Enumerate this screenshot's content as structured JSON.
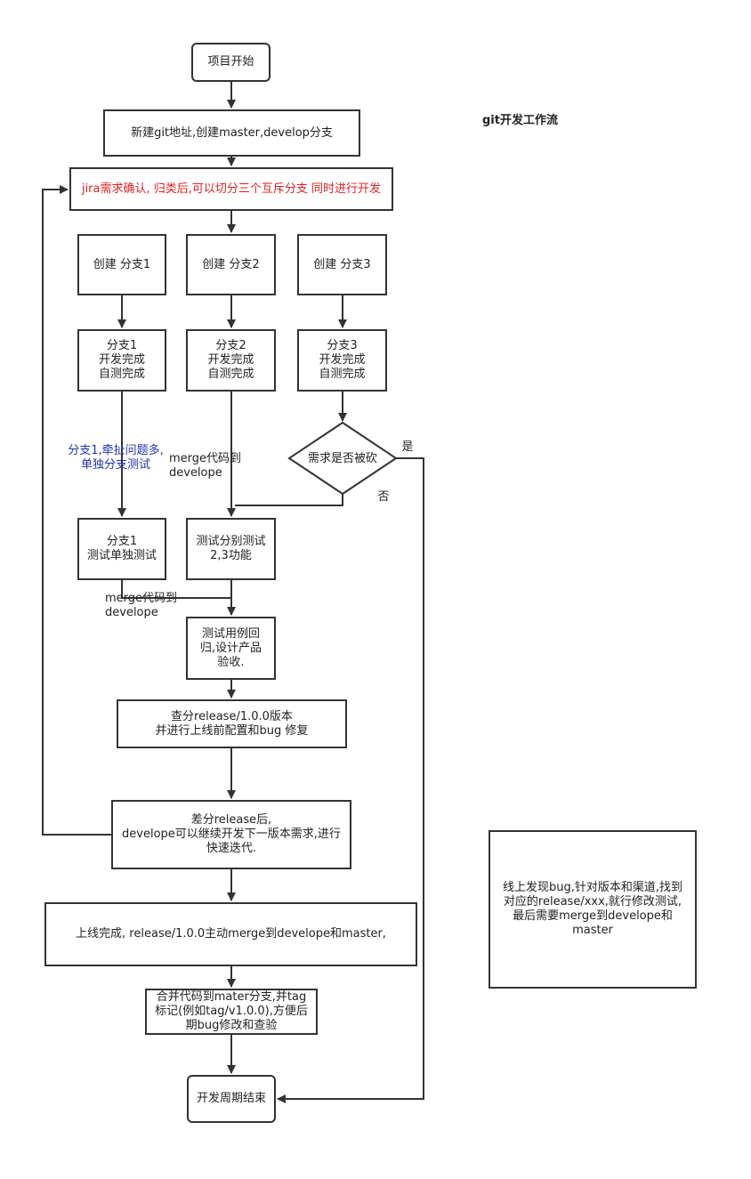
{
  "title": "git开发工作流",
  "nodes": {
    "start": "项目开始",
    "new_repo": "新建git地址,创建master,develop分支",
    "jira": "jira需求确认, 归类后,可以切分三个互斥分支 同时进行开发",
    "create_b1": "创建 分支1",
    "create_b2": "创建 分支2",
    "create_b3": "创建 分支3",
    "b1_done": "分支1\n开发完成\n自测完成",
    "b2_done": "分支2\n开发完成\n自测完成",
    "b3_done": "分支3\n开发完成\n自测完成",
    "decision": "需求是否被砍",
    "b1_test": "分支1\n测试单独测试",
    "test23": "测试分别测试\n2,3功能",
    "regression": "测试用例回\n归,设计产品\n验收.",
    "release": "查分release/1.0.0版本\n并进行上线前配置和bug 修复",
    "after_release": "差分release后,\ndevelope可以继续开发下一版本需求,进行\n快速迭代.",
    "online": "上线完成, release/1.0.0主动merge到develope和master,",
    "merge_master": "合并代码到mater分支,并tag\n标记(例如tag/v1.0.0),方便后\n期bug修改和查验",
    "end": "开发周期结束",
    "hotfix": "线上发现bug,针对版本和渠道,找到\n对应的release/xxx,就行修改测试,\n最后需要merge到develope和\nmaster"
  },
  "labels": {
    "b1_issue": "分支1,牵扯问题多,\n单独分支测试",
    "merge1": "merge代码到develope",
    "merge2": "merge代码到develope",
    "yes": "是",
    "no": "否"
  },
  "colors": {
    "line": "#333333",
    "highlight_red": "#dd2222",
    "highlight_blue": "#2233aa"
  }
}
